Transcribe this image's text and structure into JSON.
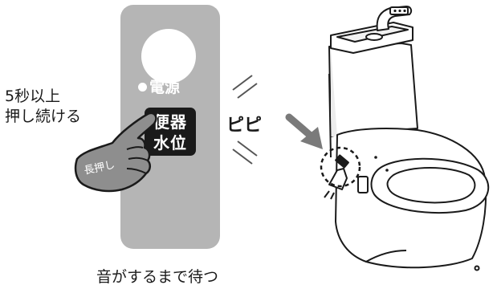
{
  "panel": {
    "power_label": "電源",
    "water_button_line1": "便器",
    "water_button_line2": "水位"
  },
  "instruction": {
    "line1": "5秒以上",
    "line2": "押し続ける"
  },
  "hand_label": "長押し",
  "beep_text": "ピピ",
  "wait_text": "音がするまで待つ",
  "colors": {
    "panel": "#b5b5b5",
    "button": "#1a1a1a",
    "hand": "#8e8e8e",
    "arrow": "#7a7a7a",
    "line": "#1a1a1a"
  }
}
